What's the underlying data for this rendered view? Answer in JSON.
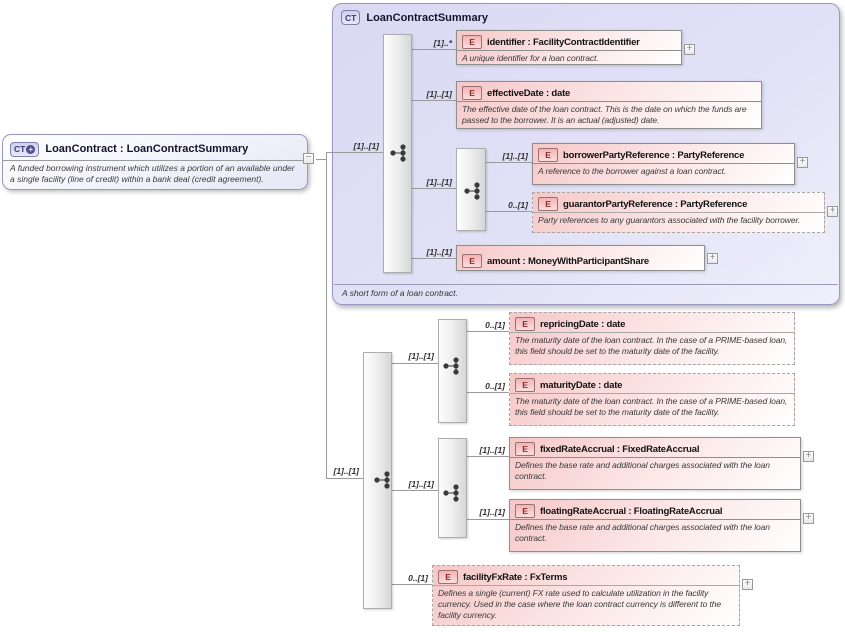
{
  "symbols": {
    "expand": "+",
    "collapse": "−"
  },
  "root_type": {
    "badge": "CT",
    "badge_modifier": "+",
    "title": "LoanContract : LoanContractSummary",
    "doc": "A funded borrowing instrument which utilizes a portion of an available under a single facility (line of credit) within a bank deal (credit agreement)."
  },
  "summary_container": {
    "badge": "CT",
    "title": "LoanContractSummary",
    "footer_doc": "A short form of a loan contract."
  },
  "groups": {
    "summary_sequence": {
      "cardinality": "[1]..[1]"
    },
    "party_sequence": {
      "cardinality": "[1]..[1]"
    },
    "lower_sequence": {
      "cardinality": "[1]..[1]"
    },
    "date_sequence": {
      "cardinality": "[1]..[1]"
    },
    "accrual_sequence": {
      "cardinality": "[1]..[1]"
    }
  },
  "elements": [
    {
      "badge": "E",
      "label": "identifier : FacilityContractIdentifier",
      "cardinality": "[1]..*",
      "doc": "A unique identifier for a loan contract."
    },
    {
      "badge": "E",
      "label": "effectiveDate : date",
      "cardinality": "[1]..[1]",
      "doc": "The effective date of the loan contract. This is the date on which the funds are passed to the borrower. It is an actual (adjusted) date."
    },
    {
      "badge": "E",
      "label": "borrowerPartyReference : PartyReference",
      "cardinality": "[1]..[1]",
      "doc": "A reference to the borrower against a loan contract."
    },
    {
      "badge": "E",
      "label": "guarantorPartyReference : PartyReference",
      "cardinality": "0..[1]",
      "doc": "Party references to any guarantors associated with the facility borrower."
    },
    {
      "badge": "E",
      "label": "amount  : MoneyWithParticipantShare",
      "cardinality": "[1]..[1]",
      "doc": ""
    },
    {
      "badge": "E",
      "label": "repricingDate : date",
      "cardinality": "0..[1]",
      "doc": "The maturity date of the loan contract. In the case of a PRIME-based loan, this field should be set to the maturity date of the facility."
    },
    {
      "badge": "E",
      "label": "maturityDate : date",
      "cardinality": "0..[1]",
      "doc": "The maturity date of the loan contract. In the case of a PRIME-based loan, this field should be set to the maturity date of the facility."
    },
    {
      "badge": "E",
      "label": "fixedRateAccrual : FixedRateAccrual",
      "cardinality": "[1]..[1]",
      "doc": "Defines the base rate and additional charges associated with the loan contract."
    },
    {
      "badge": "E",
      "label": "floatingRateAccrual : FloatingRateAccrual",
      "cardinality": "[1]..[1]",
      "doc": "Defines the base rate and additional charges associated with the loan contract."
    },
    {
      "badge": "E",
      "label": "facilityFxRate : FxTerms",
      "cardinality": "0..[1]",
      "doc": "Defines a single (current) FX rate used to calculate utilization in the facility currency. Used in the case where the loan contract currency is different to the facility currency."
    }
  ]
}
